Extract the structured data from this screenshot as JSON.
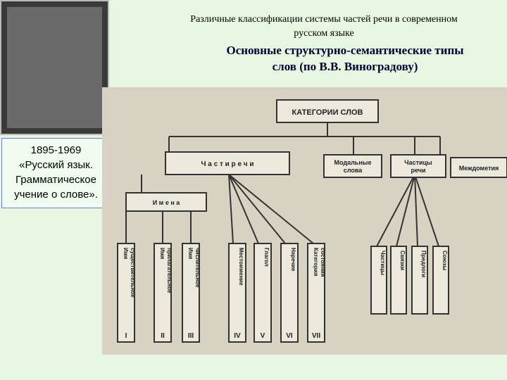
{
  "caption": {
    "lines": [
      "1895-1969",
      "«Русский язык.",
      "Грамматическое",
      "учение о слове»."
    ]
  },
  "header": {
    "line1": "Различные классификации  системы частей речи в современном",
    "line2": "русском языке",
    "subtitle_line1": "Основные структурно-семантические типы",
    "subtitle_line2": "слов (по В.В. Виноградову)"
  },
  "diagram": {
    "root": "КАТЕГОРИИ СЛОВ",
    "parts": "Ч а с т и   р е ч и",
    "modal": [
      "Модальные",
      "слова"
    ],
    "particles": [
      "Частицы",
      "речи"
    ],
    "interjections": "Междометия",
    "names": "И м е н а",
    "columns": [
      {
        "lines": [
          "Имя",
          "существительное"
        ],
        "num": "I"
      },
      {
        "lines": [
          "Имя",
          "прилагательное"
        ],
        "num": "II"
      },
      {
        "lines": [
          "Имя",
          "числительное"
        ],
        "num": "III"
      },
      {
        "lines": [
          "Местоимение"
        ],
        "num": "IV"
      },
      {
        "lines": [
          "Глагол"
        ],
        "num": "V"
      },
      {
        "lines": [
          "Наречие"
        ],
        "num": "VI"
      },
      {
        "lines": [
          "Категория",
          "состояния"
        ],
        "num": "VII"
      }
    ],
    "particle_columns": [
      "Частицы",
      "Связки",
      "Предлоги",
      "Союзы"
    ]
  }
}
